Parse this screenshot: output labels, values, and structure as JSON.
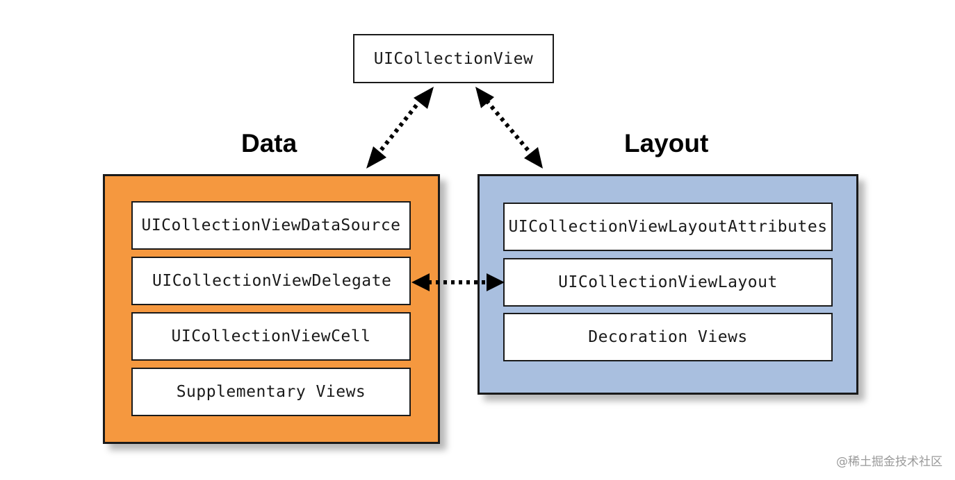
{
  "top": {
    "label": "UICollectionView"
  },
  "data_group": {
    "heading": "Data",
    "color": "#f5983f",
    "items": [
      "UICollectionViewDataSource",
      "UICollectionViewDelegate",
      "UICollectionViewCell",
      "Supplementary Views"
    ]
  },
  "layout_group": {
    "heading": "Layout",
    "color": "#a9bfdf",
    "items": [
      "UICollectionViewLayoutAttributes",
      "UICollectionViewLayout",
      "Decoration Views"
    ]
  },
  "watermark": "@稀土掘金技术社区"
}
